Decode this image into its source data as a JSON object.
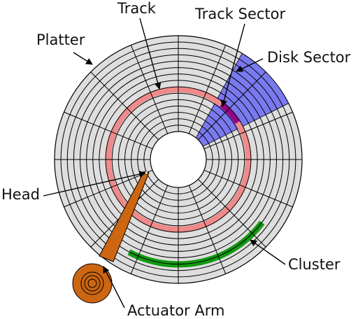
{
  "labels": {
    "track": "Track",
    "track_sector": "Track Sector",
    "disk_sector": "Disk Sector",
    "platter": "Platter",
    "head": "Head",
    "cluster": "Cluster",
    "actuator_arm": "Actuator Arm"
  },
  "colors": {
    "platter": "#dedede",
    "track_lines": "#000000",
    "track_highlight": "#f08a8a",
    "disk_sector": "#7a7af0",
    "track_sector": "#990088",
    "cluster": "#119911",
    "actuator_arm": "#cc6611"
  },
  "disk": {
    "sector_count": 16,
    "track_count": 15
  }
}
